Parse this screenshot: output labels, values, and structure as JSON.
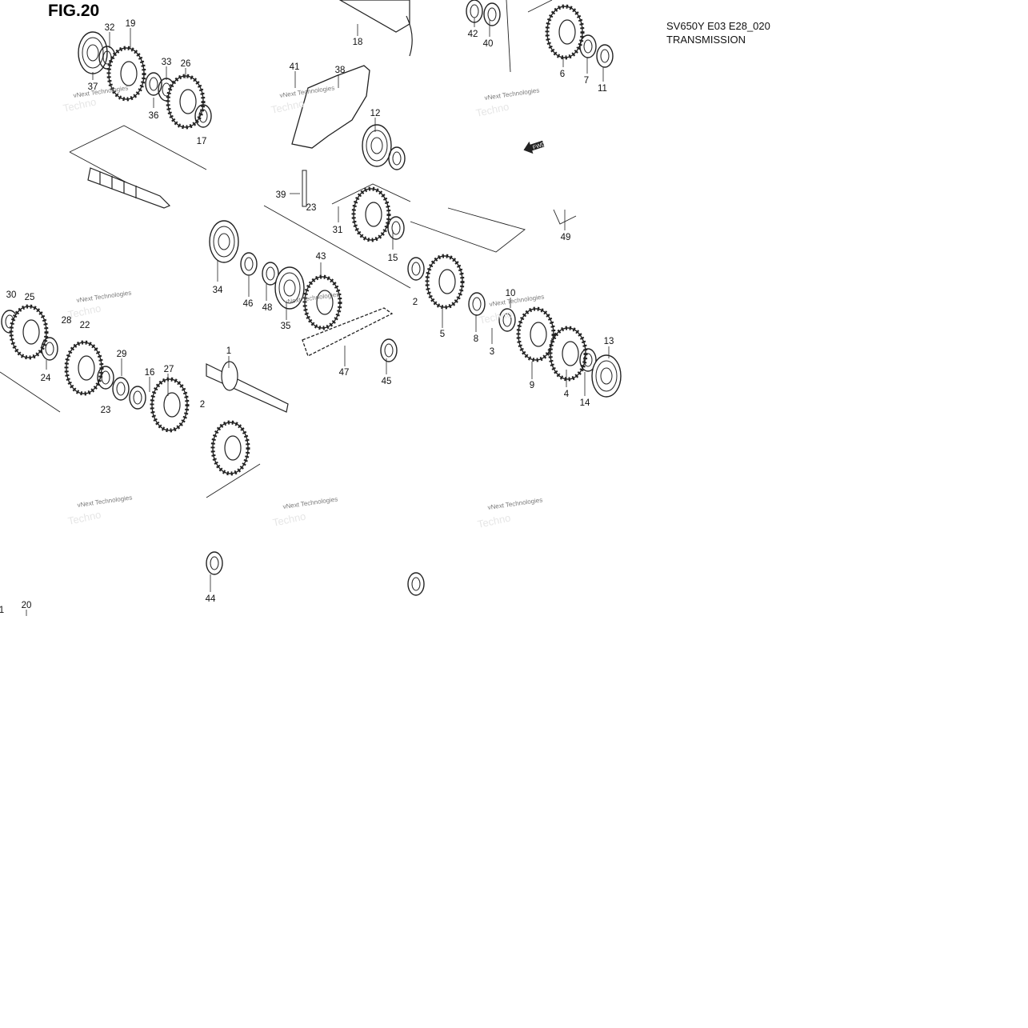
{
  "figure": {
    "title": "FIG.20",
    "model_code": "SV650Y E03 E28_020",
    "section_name": "TRANSMISSION"
  },
  "watermark": {
    "line1": "vNext Technologies",
    "line2": "Techno"
  },
  "fwd_badge": "FWD",
  "callouts": [
    "32",
    "19",
    "37",
    "33",
    "26",
    "36",
    "17",
    "18",
    "42",
    "40",
    "6",
    "7",
    "11",
    "41",
    "38",
    "12",
    "39",
    "23",
    "31",
    "15",
    "49",
    "30",
    "25",
    "28",
    "22",
    "24",
    "29",
    "16",
    "27",
    "23",
    "34",
    "46",
    "48",
    "35",
    "43",
    "47",
    "45",
    "1",
    "2",
    "5",
    "8",
    "10",
    "3",
    "9",
    "4",
    "14",
    "13",
    "2",
    "44",
    "20",
    "1"
  ],
  "colors": {
    "line": "#222222",
    "watermark": "#7a7a7a",
    "background": "#ffffff"
  }
}
